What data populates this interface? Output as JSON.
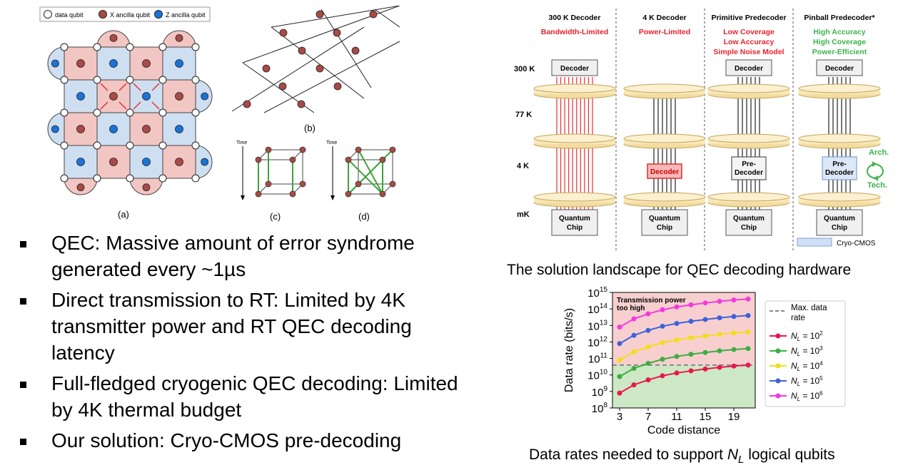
{
  "lattice": {
    "legend": [
      "data qubit",
      "X ancilla qubit",
      "Z ancilla qubit"
    ],
    "panel_labels": [
      "(a)",
      "(b)",
      "(c)",
      "(d)"
    ],
    "time_label": "Time",
    "colors": {
      "x_ancilla": "#a84a45",
      "z_ancilla": "#1b73d8",
      "x_plaquette": "#f2c6c3",
      "z_plaquette": "#cfdff2"
    }
  },
  "bullets": [
    "QEC: Massive amount of error syndrome generated every ~1µs",
    "Direct transmission to RT: Limited by 4K transmitter power and RT QEC decoding latency",
    "Full-fledged cryogenic QEC decoding: Limited by 4K thermal budget",
    "Our solution: Cryo-CMOS pre-decoding"
  ],
  "landscape": {
    "caption": "The solution landscape for QEC decoding hardware",
    "temps": [
      "300 K",
      "77 K",
      "4 K",
      "mK"
    ],
    "columns": [
      {
        "title": "300 K Decoder",
        "notes": [
          "Bandwidth-Limited"
        ],
        "note_color": "#e8222b",
        "top_box": "Decoder"
      },
      {
        "title": "4 K Decoder",
        "notes": [
          "Power-Limited"
        ],
        "note_color": "#e8222b",
        "box_4k": "Decoder"
      },
      {
        "title": "Primitive Predecoder",
        "notes": [
          "Low Coverage",
          "Low Accuracy",
          "Simple Noise Model"
        ],
        "note_color": "#e8222b",
        "top_box": "Decoder",
        "box_4k": [
          "Pre-",
          "Decoder"
        ]
      },
      {
        "title": "Pinball Predecoder*",
        "notes": [
          "High Accuracy",
          "High Coverage",
          "Power-Efficient"
        ],
        "note_color": "#3cb44b",
        "top_box": "Decoder",
        "box_4k": [
          "Pre-",
          "Decoder"
        ]
      }
    ],
    "chip_label": [
      "Quantum",
      "Chip"
    ],
    "arch_label": "Arch.",
    "tech_label": "Tech.",
    "cryo_legend": "Cryo-CMOS"
  },
  "chart_caption_prefix": "Data rates needed to support ",
  "chart_caption_var": "N",
  "chart_caption_sub": "L",
  "chart_caption_suffix": " logical qubits",
  "chart_data": {
    "type": "line",
    "title": "",
    "xlabel": "Code distance",
    "ylabel": "Data rate (bits/s)",
    "yscale": "log",
    "xticks": [
      3,
      7,
      11,
      15,
      19
    ],
    "yticks": [
      8,
      9,
      10,
      11,
      12,
      13,
      14,
      15
    ],
    "xlim": [
      2,
      22
    ],
    "ylim": [
      8,
      15
    ],
    "x": [
      3,
      5,
      7,
      9,
      11,
      13,
      15,
      17,
      19,
      21
    ],
    "threshold": {
      "name": "Max. data rate",
      "value": 10.6,
      "color": "#888888"
    },
    "region_label": [
      "Transmission power",
      "too high"
    ],
    "series": [
      {
        "name": "$N_L = 10^2$",
        "color": "#e8174d",
        "log_values": [
          8.9,
          9.4,
          9.7,
          9.95,
          10.12,
          10.25,
          10.36,
          10.46,
          10.54,
          10.6
        ]
      },
      {
        "name": "$N_L = 10^3$",
        "color": "#3cae45",
        "log_values": [
          9.9,
          10.4,
          10.7,
          10.95,
          11.12,
          11.25,
          11.36,
          11.46,
          11.54,
          11.6
        ]
      },
      {
        "name": "$N_L = 10^4$",
        "color": "#f2de1c",
        "log_values": [
          10.9,
          11.4,
          11.7,
          11.95,
          12.12,
          12.25,
          12.36,
          12.46,
          12.54,
          12.6
        ]
      },
      {
        "name": "$N_L = 10^5$",
        "color": "#3d62db",
        "log_values": [
          11.9,
          12.4,
          12.7,
          12.95,
          13.12,
          13.25,
          13.36,
          13.46,
          13.54,
          13.6
        ]
      },
      {
        "name": "$N_L = 10^6$",
        "color": "#f23bde",
        "log_values": [
          12.9,
          13.4,
          13.7,
          13.95,
          14.12,
          14.25,
          14.36,
          14.46,
          14.54,
          14.6
        ]
      }
    ],
    "legend": [
      "Max. data rate",
      "N_L = 10^2",
      "N_L = 10^3",
      "N_L = 10^4",
      "N_L = 10^5",
      "N_L = 10^6"
    ]
  }
}
